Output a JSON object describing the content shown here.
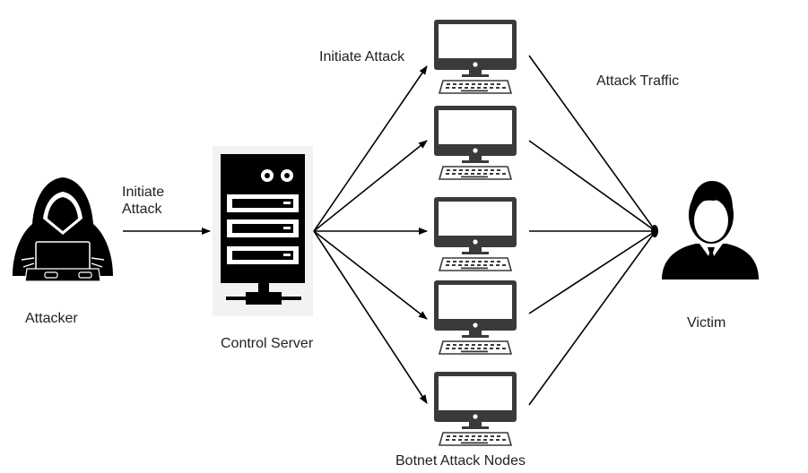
{
  "diagram": {
    "title": "Botnet DDoS attack flow",
    "nodes": {
      "attacker": {
        "label": "Attacker",
        "icon": "hooded-hacker-icon"
      },
      "server": {
        "label": "Control Server",
        "icon": "server-tower-icon"
      },
      "botnet": {
        "label": "Botnet Attack Nodes",
        "icon": "desktop-computer-icon",
        "count": 5
      },
      "victim": {
        "label": "Victim",
        "icon": "businessman-icon"
      }
    },
    "edges": {
      "attacker_to_server": {
        "line1": "Initiate",
        "line2": "Attack"
      },
      "server_to_botnet": {
        "label": "Initiate Attack"
      },
      "botnet_to_victim": {
        "label": "Attack Traffic"
      }
    },
    "colors": {
      "ink": "#000000",
      "computer": "#3a3a3a",
      "server_bg": "#f2f2f2",
      "text": "#222222"
    }
  }
}
